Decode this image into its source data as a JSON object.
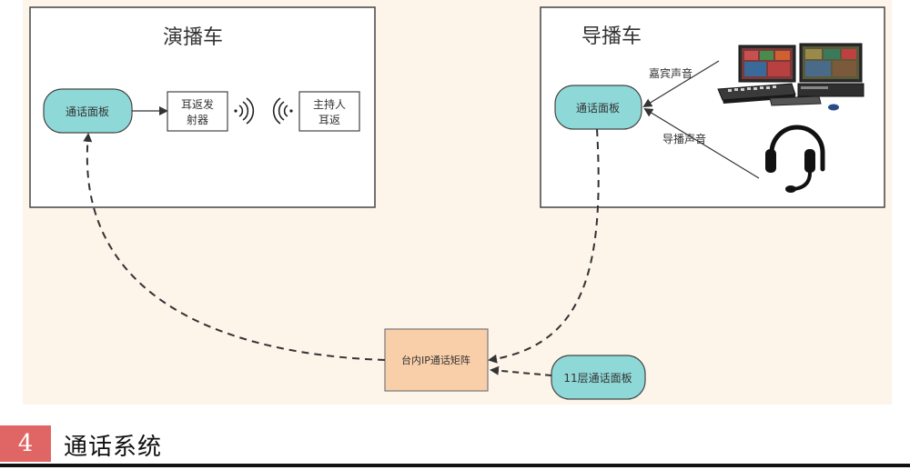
{
  "diagram": {
    "studio_box": {
      "title": "演播车"
    },
    "director_box": {
      "title": "导播车"
    },
    "studio_panel": {
      "label": "通话面板"
    },
    "ifb_transmitter": {
      "line1": "耳返发",
      "line2": "射器"
    },
    "host_earpiece": {
      "line1": "主持人",
      "line2": "耳返"
    },
    "director_panel": {
      "label": "通话面板"
    },
    "guest_audio_label": "嘉宾声音",
    "director_audio_label": "导播声音",
    "ip_matrix": {
      "label": "台内IP通话矩阵"
    },
    "floor11_panel": {
      "label": "11层通话面板"
    },
    "colors": {
      "background_tint": "#fdf4ea",
      "panel_fill": "#8fd8d8",
      "matrix_fill": "#f9cfaa",
      "accent_red": "#e06666"
    }
  },
  "section": {
    "number": "4",
    "title": "通话系统"
  }
}
